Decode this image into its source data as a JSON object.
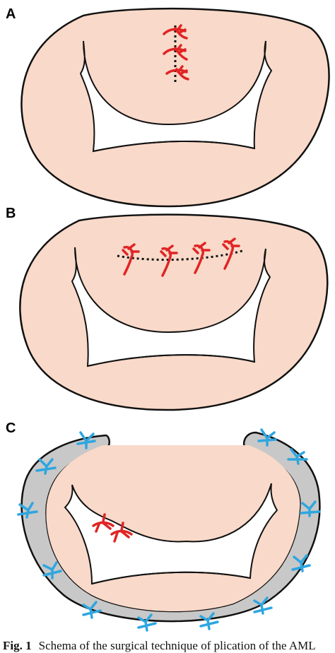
{
  "panels": [
    {
      "label": "A"
    },
    {
      "label": "B"
    },
    {
      "label": "C"
    }
  ],
  "caption": {
    "fig_number": "Fig. 1",
    "text": "Schema of the surgical technique of plication of the AML"
  },
  "colors": {
    "valve_fill": "#f9d9c9",
    "suture_red": "#e02424",
    "suture_blue": "#2ea6e0",
    "annuloplasty_ring": "#c8c8c8",
    "outline": "#111111"
  }
}
